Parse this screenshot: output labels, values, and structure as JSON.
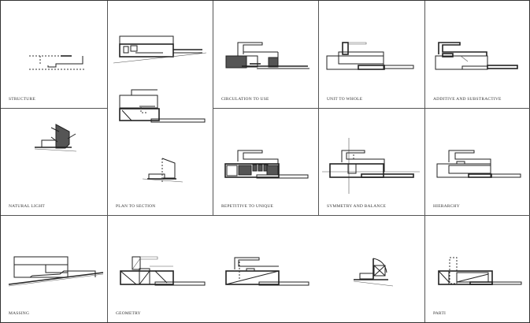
{
  "board": {
    "panels": [
      {
        "id": "structure",
        "label": "STRUCTURE"
      },
      {
        "id": "plan-to-section",
        "label": "PLAN TO SECTION"
      },
      {
        "id": "circulation",
        "label": "CIRCULATION TO USE"
      },
      {
        "id": "unit-to-whole",
        "label": "UNIT TO WHOLE"
      },
      {
        "id": "additive",
        "label": "ADDITIVE AND SUBSTRACTIVE"
      },
      {
        "id": "natural-light",
        "label": "NATURAL LIGHT"
      },
      {
        "id": "repetitive",
        "label": "REPETITIVE TO UNIQUE"
      },
      {
        "id": "symmetry",
        "label": "SYMMETRY AND BALANCE"
      },
      {
        "id": "hierarchy",
        "label": "HIERARCHY"
      },
      {
        "id": "massing",
        "label": "MASSING"
      },
      {
        "id": "geometry",
        "label": "GEOMETRY"
      },
      {
        "id": "parti",
        "label": "PARTI"
      }
    ]
  },
  "colors": {
    "line": "#222222",
    "fill": "#555555",
    "background": "#ffffff"
  }
}
